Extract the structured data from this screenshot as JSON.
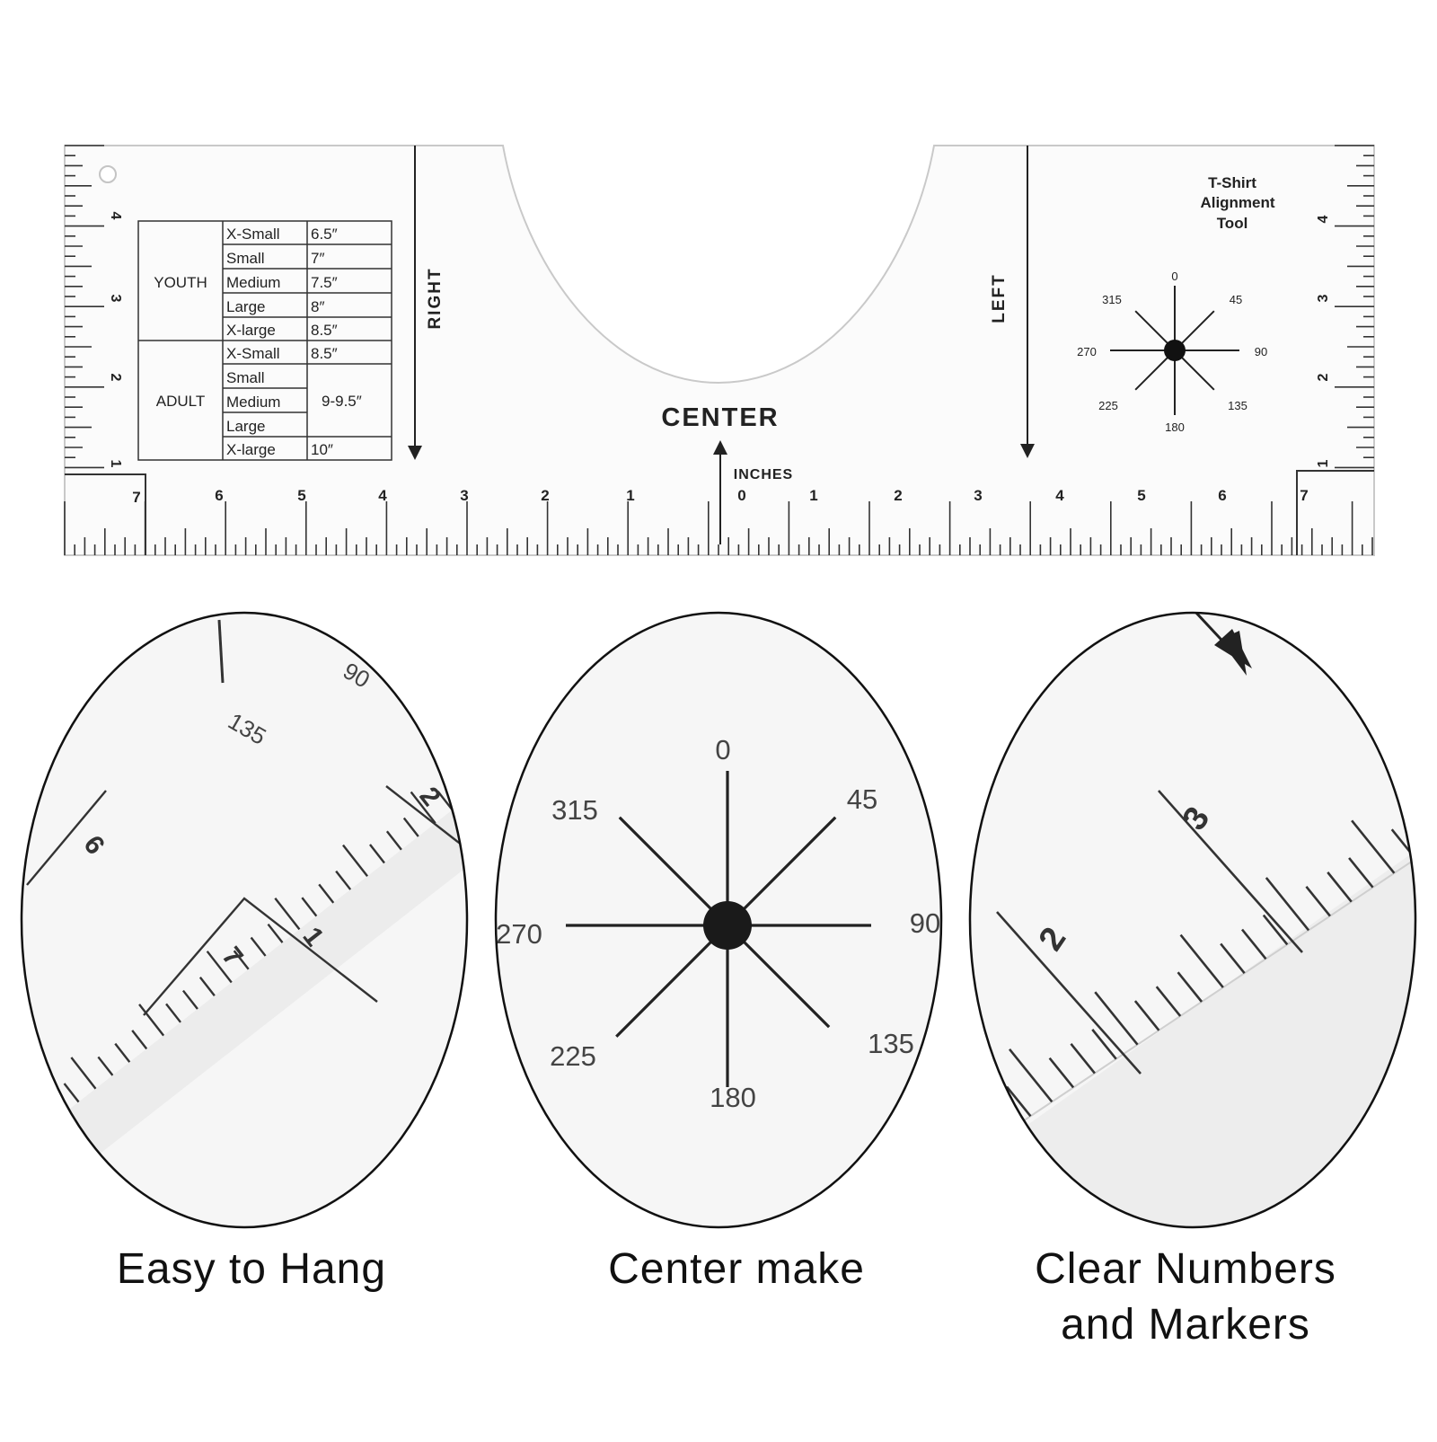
{
  "ruler": {
    "title_lines": [
      "T-Shirt",
      "Alignment",
      "Tool"
    ],
    "center_label": "CENTER",
    "inches_label": "INCHES",
    "right_label": "RIGHT",
    "left_label": "LEFT",
    "bottom_numbers": [
      "7",
      "6",
      "5",
      "4",
      "3",
      "2",
      "1",
      "0",
      "1",
      "2",
      "3",
      "4",
      "5",
      "6",
      "7"
    ],
    "side_numbers": [
      "4",
      "3",
      "2",
      "1"
    ],
    "compass_labels": [
      "0",
      "45",
      "90",
      "135",
      "180",
      "225",
      "270",
      "315"
    ],
    "size_table": {
      "groups": [
        {
          "name": "YOUTH",
          "rows": [
            {
              "size": "X-Small",
              "value": "6.5″"
            },
            {
              "size": "Small",
              "value": "7″"
            },
            {
              "size": "Medium",
              "value": "7.5″"
            },
            {
              "size": "Large",
              "value": "8″"
            },
            {
              "size": "X-large",
              "value": "8.5″"
            }
          ]
        },
        {
          "name": "ADULT",
          "rows": [
            {
              "size": "X-Small",
              "value": "8.5″"
            },
            {
              "size": "Small",
              "value": ""
            },
            {
              "size": "Medium",
              "value": "9-9.5″"
            },
            {
              "size": "Large",
              "value": ""
            },
            {
              "size": "X-large",
              "value": "10″"
            }
          ]
        }
      ]
    }
  },
  "zoom_hang": {
    "numbers": [
      "90",
      "135",
      "6",
      "2",
      "7",
      "1"
    ]
  },
  "zoom_center": {
    "labels": [
      "0",
      "45",
      "90",
      "135",
      "180",
      "225",
      "270",
      "315"
    ]
  },
  "zoom_clear": {
    "numbers": [
      "3",
      "2"
    ]
  },
  "captions": {
    "hang": "Easy to Hang",
    "center": "Center make",
    "clear_line1": "Clear Numbers",
    "clear_line2": "and Markers"
  }
}
